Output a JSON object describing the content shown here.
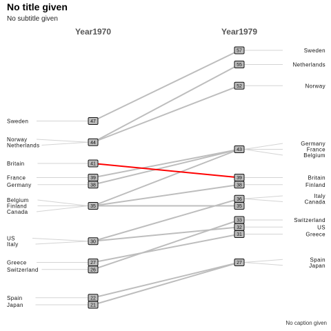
{
  "header": {
    "title": "No title given",
    "subtitle": "No subtitle given",
    "caption": "No caption given"
  },
  "chart_data": {
    "type": "slope",
    "columns": [
      "Year1970",
      "Year1979"
    ],
    "highlight": "Britain",
    "colors": {
      "line": "#bdbdbd",
      "highlight": "#ff0000",
      "box_fill": "#bdbdbd",
      "box_stroke": "#111111",
      "leader": "#d3d3d3"
    },
    "rows": [
      {
        "country": "Sweden",
        "y1970": 47,
        "y1979": 57
      },
      {
        "country": "Netherlands",
        "y1970": 44,
        "y1979": 55
      },
      {
        "country": "Norway",
        "y1970": 44,
        "y1979": 52
      },
      {
        "country": "Britain",
        "y1970": 41,
        "y1979": 39
      },
      {
        "country": "France",
        "y1970": 39,
        "y1979": 43
      },
      {
        "country": "Germany",
        "y1970": 38,
        "y1979": 43
      },
      {
        "country": "Belgium",
        "y1970": 35,
        "y1979": 43
      },
      {
        "country": "Canada",
        "y1970": 35,
        "y1979": 35
      },
      {
        "country": "Finland",
        "y1970": 35,
        "y1979": 38
      },
      {
        "country": "Italy",
        "y1970": 30,
        "y1979": 36
      },
      {
        "country": "US",
        "y1970": 30,
        "y1979": 32
      },
      {
        "country": "Greece",
        "y1970": 27,
        "y1979": 31
      },
      {
        "country": "Switzerland",
        "y1970": 26,
        "y1979": 33
      },
      {
        "country": "Spain",
        "y1970": 22,
        "y1979": 27
      },
      {
        "country": "Japan",
        "y1970": 21,
        "y1979": 27
      }
    ],
    "left_labels": [
      {
        "value": 47,
        "names": [
          "Sweden"
        ]
      },
      {
        "value": 44,
        "names": [
          "Norway",
          "Netherlands"
        ]
      },
      {
        "value": 41,
        "names": [
          "Britain"
        ]
      },
      {
        "value": 39,
        "names": [
          "France"
        ]
      },
      {
        "value": 38,
        "names": [
          "Germany"
        ]
      },
      {
        "value": 35,
        "names": [
          "Belgium",
          "Finland",
          "Canada"
        ]
      },
      {
        "value": 30,
        "names": [
          "US",
          "Italy"
        ]
      },
      {
        "value": 27,
        "names": [
          "Greece"
        ]
      },
      {
        "value": 26,
        "names": [
          "Switzerland"
        ]
      },
      {
        "value": 22,
        "names": [
          "Spain"
        ]
      },
      {
        "value": 21,
        "names": [
          "Japan"
        ]
      }
    ],
    "right_labels": [
      {
        "value": 57,
        "names": [
          "Sweden"
        ]
      },
      {
        "value": 55,
        "names": [
          "Netherlands"
        ]
      },
      {
        "value": 52,
        "names": [
          "Norway"
        ]
      },
      {
        "value": 43,
        "names": [
          "Germany",
          "France",
          "Belgium"
        ]
      },
      {
        "value": 39,
        "names": [
          "Britain"
        ]
      },
      {
        "value": 38,
        "names": [
          "Finland"
        ]
      },
      {
        "value": 36,
        "names": [
          "Italy",
          "Canada"
        ]
      },
      {
        "value": 33,
        "names": [
          "Switzerland"
        ]
      },
      {
        "value": 32,
        "names": [
          "US"
        ]
      },
      {
        "value": 31,
        "names": [
          "Greece"
        ]
      },
      {
        "value": 27,
        "names": [
          "Spain",
          "Japan"
        ]
      }
    ],
    "y_range": [
      21,
      57
    ]
  }
}
